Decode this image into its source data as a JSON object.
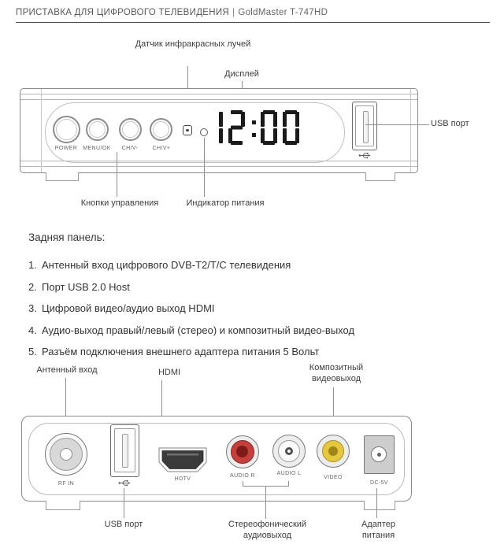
{
  "header": {
    "title": "ПРИСТАВКА ДЛЯ ЦИФРОВОГО ТЕЛЕВИДЕНИЯ",
    "separator": "|",
    "model": "GoldMaster T-747HD"
  },
  "front_panel": {
    "callouts": {
      "ir_sensor": "Датчик инфракрасных лучей",
      "display": "Дисплей",
      "usb_port": "USB порт",
      "control_buttons": "Кнопки управления",
      "power_indicator": "Индикатор питания"
    },
    "display_time": "12:00",
    "buttons": [
      {
        "label": "POWER"
      },
      {
        "label": "MENU/OK"
      },
      {
        "label": "CH/V-"
      },
      {
        "label": "CH/V+"
      }
    ]
  },
  "rear_list": {
    "heading": "Задняя панель:",
    "items": [
      {
        "num": "1.",
        "text": "Антенный вход цифрового DVB-T2/T/C телевидения"
      },
      {
        "num": "2.",
        "text": "Порт USB 2.0 Host"
      },
      {
        "num": "3.",
        "text": "Цифровой видео/аудио выход HDMI"
      },
      {
        "num": "4.",
        "text": "Аудио-выход правый/левый (стерео) и композитный видео-выход"
      },
      {
        "num": "5.",
        "text": "Разъём подключения внешнего адаптера питания 5 Вольт"
      }
    ]
  },
  "back_panel": {
    "callouts": {
      "antenna": "Антенный вход",
      "hdmi": "HDMI",
      "composite": "Композитный видеовыход",
      "usb_port": "USB порт",
      "stereo": "Стереофонический аудиовыход",
      "power_adapter": "Адаптер питания"
    },
    "connectors": [
      {
        "label": "RF IN"
      },
      {
        "label": "HDTV"
      },
      {
        "label": "AUDIO R"
      },
      {
        "label": "AUDIO L"
      },
      {
        "label": "VIDEO"
      },
      {
        "label": "DC-5V"
      }
    ],
    "colors": {
      "audio_r": "#c3403c",
      "audio_l": "#fafafa",
      "video": "#e5c840",
      "hdmi_body": "#3b3b3b",
      "dc_body": "#cdcdcd",
      "display_digits": "#1b1b1b"
    }
  }
}
